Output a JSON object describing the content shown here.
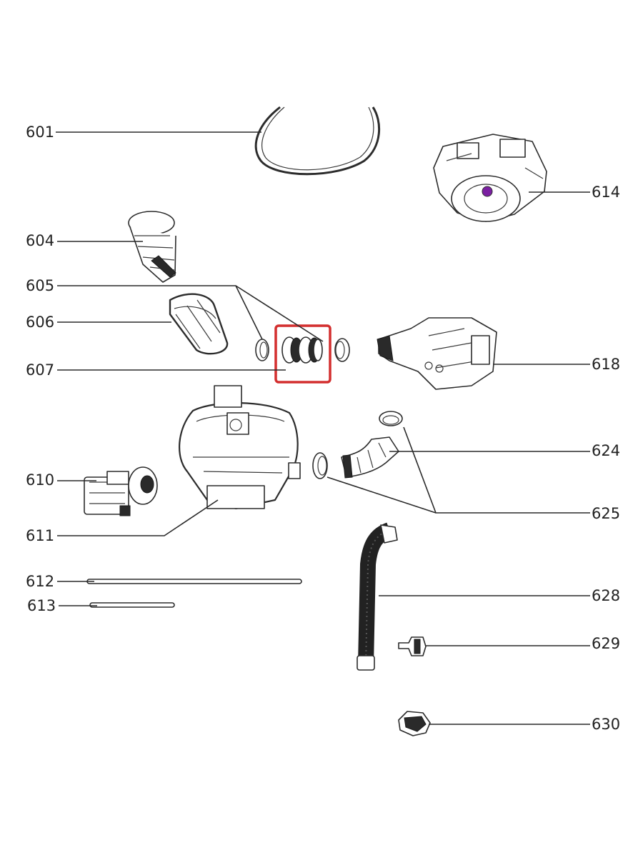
{
  "diagram": {
    "labels": {
      "p601": "601",
      "p604": "604",
      "p605": "605",
      "p606": "606",
      "p607": "607",
      "p610": "610",
      "p611": "611",
      "p612": "612",
      "p613": "613",
      "p614": "614",
      "p618": "618",
      "p624": "624",
      "p625": "625",
      "p628": "628",
      "p629": "629",
      "p630": "630"
    },
    "highlight_color": "#d32f2f",
    "highlighted_part": "607"
  }
}
